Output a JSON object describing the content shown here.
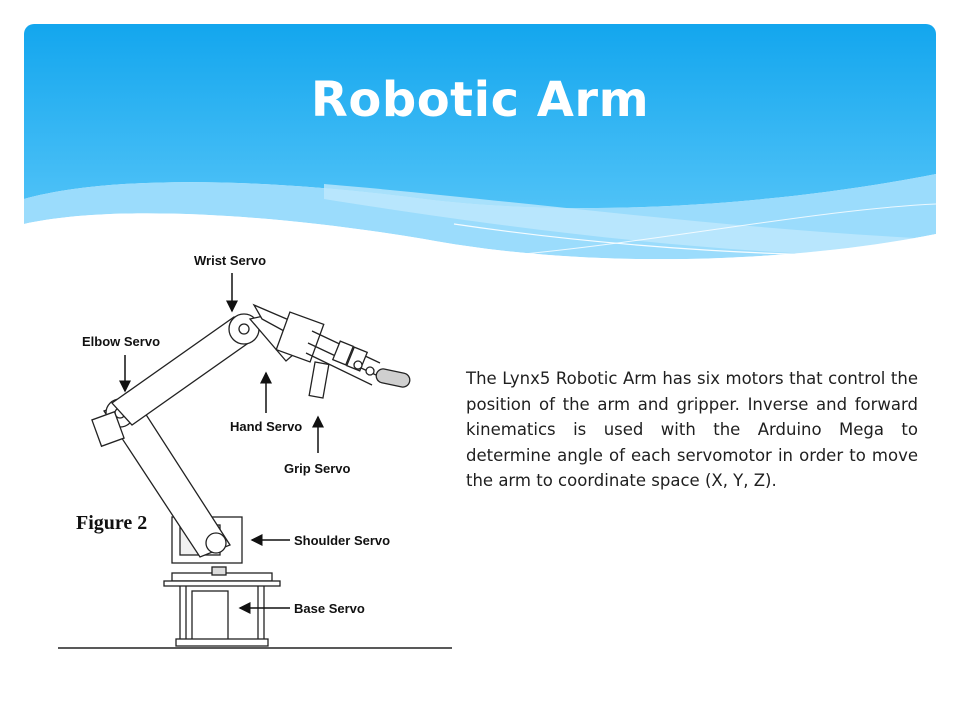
{
  "slide": {
    "title": "Robotic Arm",
    "colors": {
      "header_top": "#13a6ee",
      "header_bottom": "#4fc2f7",
      "wave": "#8ad6fb"
    },
    "body": "The Lynx5 Robotic Arm has six motors that control the position of the arm and gripper. Inverse and forward kinematics is used with the Arduino Mega to determine angle of each servomotor in order to move the arm to coordinate space (X, Y, Z)."
  },
  "figure": {
    "caption": "Figure 2",
    "labels": {
      "wrist": "Wrist Servo",
      "elbow": "Elbow Servo",
      "hand": "Hand Servo",
      "grip": "Grip Servo",
      "shoulder": "Shoulder Servo",
      "base": "Base Servo"
    }
  }
}
